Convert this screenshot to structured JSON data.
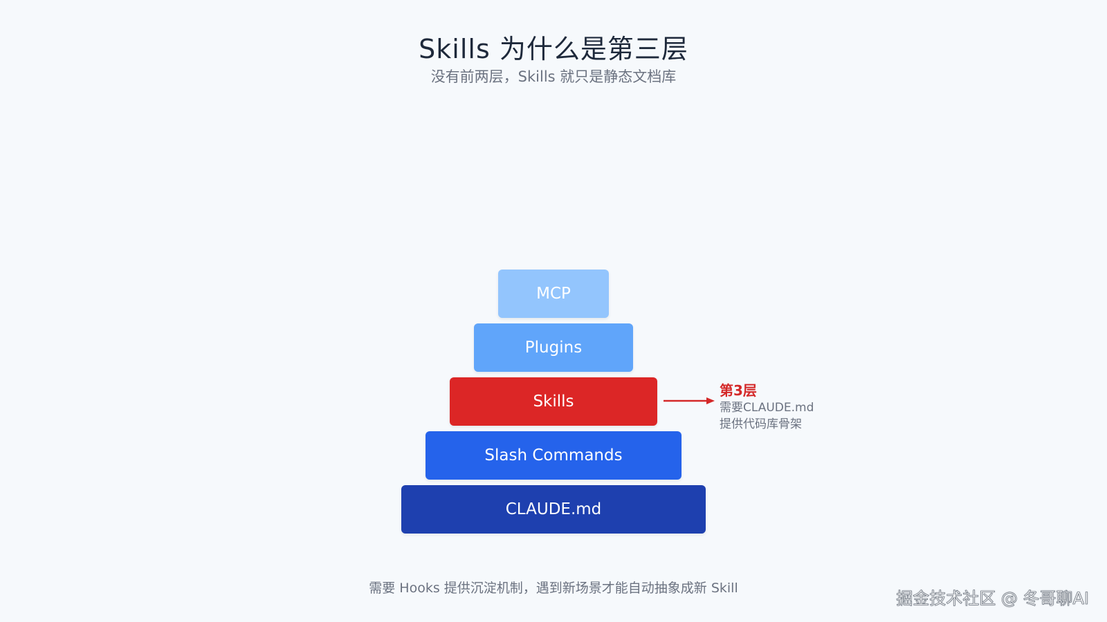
{
  "title": "Skills 为什么是第三层",
  "subtitle": "没有前两层，Skills 就只是静态文档库",
  "layers": [
    {
      "label": "MCP",
      "color": "#93c5fd"
    },
    {
      "label": "Plugins",
      "color": "#60a5fa"
    },
    {
      "label": "Skills",
      "color": "#dc2626"
    },
    {
      "label": "Slash Commands",
      "color": "#2563eb"
    },
    {
      "label": "CLAUDE.md",
      "color": "#1e40af"
    }
  ],
  "annotation": {
    "title": "第3层",
    "line1": "需要CLAUDE.md",
    "line2": "提供代码库骨架",
    "color": "#d42828"
  },
  "footer": "需要 Hooks 提供沉淀机制，遇到新场景才能自动抽象成新 Skill",
  "watermark": "掘金技术社区 @ 冬哥聊AI"
}
